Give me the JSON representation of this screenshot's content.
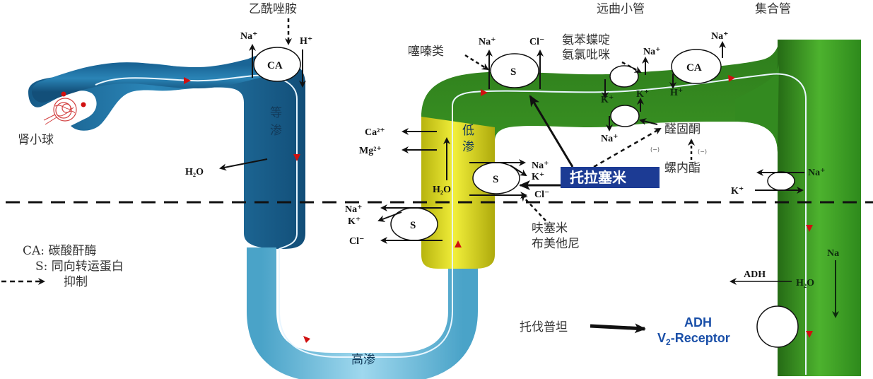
{
  "regions": {
    "distal_tubule": "远曲小管",
    "collecting_duct": "集合管",
    "glomerulus": "肾小球"
  },
  "segment_labels": {
    "isotonic": "等渗",
    "hypotonic": "低渗",
    "hypertonic": "高渗"
  },
  "drugs": {
    "acetazolamide": "乙酰唑胺",
    "thiazides": "噻嗪类",
    "triamterene": "氨苯蝶啶",
    "amiloride": "氨氯吡咪",
    "aldosterone": "醛固酮",
    "spironolactone": "螺内酯",
    "furosemide": "呋塞米",
    "bumetanide": "布美他尼",
    "torasemide": "托拉塞米",
    "tolvaptan": "托伐普坦"
  },
  "transporters": {
    "ca": "CA",
    "s": "S"
  },
  "ions": {
    "na": "Na⁺",
    "h": "H⁺",
    "k": "K⁺",
    "cl": "Cl⁻",
    "ca2": "Ca²⁺",
    "mg2": "Mg²⁺",
    "h2o": "H₂O",
    "na_plain": "Na",
    "adh": "ADH"
  },
  "effects": {
    "activate": "(+)",
    "inhibit": "(−)"
  },
  "receptor": {
    "line1": "ADH",
    "line2_main": "V",
    "line2_sub": "2",
    "line2_rest": "-Receptor"
  },
  "legend": {
    "ca": "CA: 碳酸酐酶",
    "s": "S: 同向转运蛋白",
    "inhibit": "抑制"
  },
  "colors": {
    "proximal_blue": "#1f6c9c",
    "loop_light_blue": "#7cc4e0",
    "thick_ascending_yellow": "#e3e01e",
    "distal_green": "#3a9a24",
    "torasemide_box": "#1c3b94",
    "flow_arrow_red": "#d01010"
  }
}
